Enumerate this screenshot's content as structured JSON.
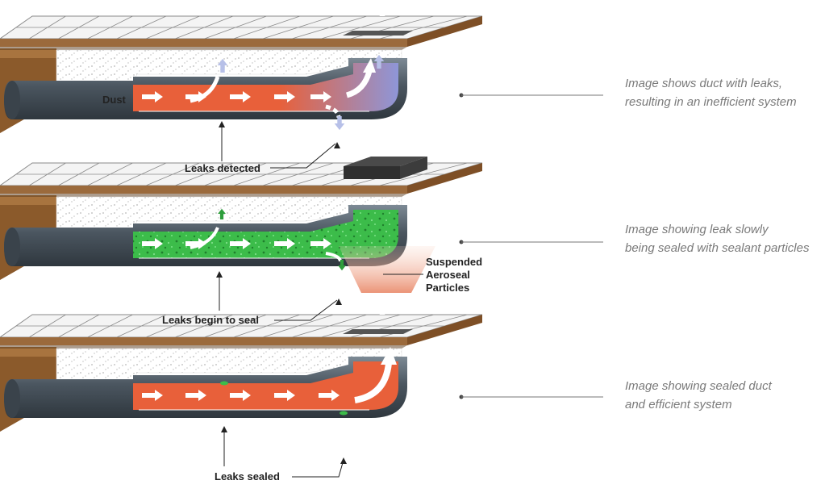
{
  "panels": [
    {
      "caption": [
        "Image shows duct with leaks,",
        "resulting in an inefficient system"
      ],
      "callouts": {
        "dust": "Dust",
        "leak": "Leaks detected"
      }
    },
    {
      "caption": [
        "Image showing leak slowly",
        "being sealed with sealant particles"
      ],
      "callouts": {
        "leak": "Leaks begin to seal",
        "particles": [
          "Suspended",
          "Aeroseal",
          "Particles"
        ]
      }
    },
    {
      "caption": [
        "Image showing sealed duct",
        "and efficient system"
      ],
      "callouts": {
        "leak": "Leaks sealed"
      }
    }
  ],
  "colors": {
    "ceiling_tile": "#f4f4f4",
    "tile_grid": "#8a8a8a",
    "ceiling_edge": "#9b6a3c",
    "wall": "#8b5a2b",
    "duct_pipe": "#4b5660",
    "airflow": "#e8603a",
    "sealant": "#3cbc4a",
    "leak_flow": "#b7c0e8",
    "sealant_arrow": "#2e9e3c",
    "warm_light": "#f1a58a",
    "cool_light": "#a9c6ea",
    "dust": "#c9c9c9"
  },
  "icons": [
    "airflow-arrow-icon",
    "leak-arrow-icon",
    "ceiling-vent-icon",
    "aeroseal-injector-icon"
  ]
}
